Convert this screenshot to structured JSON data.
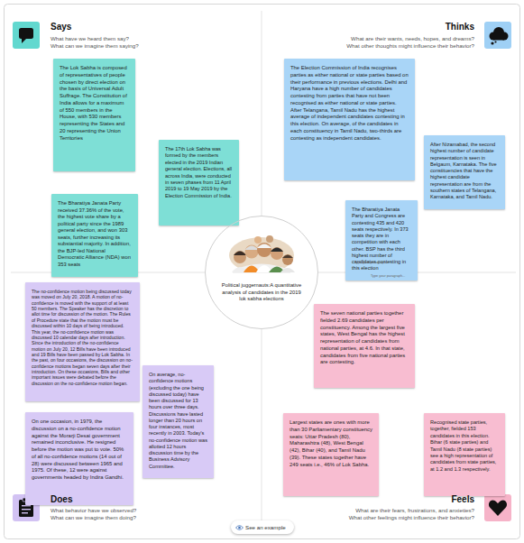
{
  "diagram": {
    "title": "Political juggernauts:A quantitative analysis of candidates in the 2019 lok sabha elections",
    "nodes": [
      {
        "text": [
          "The Lok Sabha is composed of representatives of people chosen by direct election on the basis of Universal Adult Suffrage. The Constitution of India allows for a maximum of 550 members in the House, with 530 members representing the States and 20 representing the Union Territories"
        ]
      },
      {
        "text": [
          "The 17th Lok Sabha was formed by the members elected in the 2019 Indian general election. Elections, all across India, were conducted in seven phases from 11 April 2019 to 19 May 2019 by the Election Commission of India."
        ]
      },
      {
        "text": [
          "The Bharatiya Janata Party received 37.36% of the vote, the highest vote share by a political party since the 1989 general election, and won 303 seats, further increasing its substantial majority. In addition, the BJP-led National Democratic Alliance (NDA) won 353 seats"
        ]
      },
      {
        "text": [
          "The Election Commission of India recognises parties as either national or state parties based on their performance in previous elections. Delhi and Haryana have a high number of candidates contesting from parties that have not been recognised as either national or state parties. After Telangana, Tamil Nadu has the highest average of independent candidates contesting in this election. On average, of the candidates in each constituency in Tamil Nadu, two-thirds are contesting as independent candidates."
        ]
      },
      {
        "text": [
          "After Nizamabad, the second highest number of candidate representation is seen in Belgaum, Karnataka. The five constituencies that have the highest candidate representation are from the southern states of Telangana, Karnataka, and Tamil Nadu."
        ]
      },
      {
        "text": [
          "The Bharatiya Janata Party and Congress are contesting 435 and 420 seats respectively. In 373 seats they are in competition with each other. BSP has the third highest number of candidates contesting in this election"
        ]
      },
      {
        "text": [
          "Political juggernauts:A quantitative analysis of candidates in the 2019 lok sabha elections"
        ]
      },
      {
        "text": [
          "The no-confidence motion being discussed today was moved on July 20, 2018. A motion of no-confidence is moved with the support of at least 50 members. The Speaker has the discretion to allot time for discussion of the motion. The Rules of Procedure state that the motion must be discussed within 10 days of being introduced. This year, the no-confidence motion was discussed 10 calendar days after introduction. Since the introduction of the no-confidence motion on July 20, 12 Bills have been introduced and 19 Bills have been passed by Lok Sabha. In the past, on four occasions, the discussion on no-confidence motions began seven days after their introduction. On these occasions, Bills and other important issues were debated before the discussion on the no-confidence motion began."
        ]
      },
      {
        "text": [
          "On average, no-confidence motions (excluding the one being discussed today) have been discussed for 13 hours over three days. Discussions have lasted longer than 20 hours on four instances, most recently in 2003. Today's no-confidence motion was allotted 12 hours discussion time by the Business Advisory Committee."
        ]
      },
      {
        "text": [
          "On one occasion, in 1979, the discussion on a no-confidence motion against the Morarji Desai government remained inconclusive. He resigned before the motion was put to vote. 50% of all no-confidence motions (14 out of 28) were discussed between 1965 and 1975. Of these, 12 were against governments headed by Indira Gandhi."
        ]
      },
      {
        "text": [
          "The seven national parties together fielded 2.69 candidates per constituency. Among the largest five states, West Bengal has the highest representation of candidates from national parties, at 4.6. In that state, candidates from five national parties are contesting."
        ]
      },
      {
        "text": [
          "Recognised state parties, together, fielded 153 candidates in this election. Bihar (6 state parties) and Tamil Nadu (8 state parties) see a high representation of candidates from state parties, at 1.2 and 1.3 respectively."
        ]
      },
      {
        "text": [
          "Largest states are ones with more than 30 Parliamentary constituency seats: Uttar Pradesh (80), Maharashtra (48), West Bengal (42), Bihar (40), and Tamil Nadu (39). These states together have 249 seats i.e., 46% of Lok Sabha."
        ]
      },
      {
        "text": [
          "See an example"
        ]
      }
    ],
    "edges": [],
    "labels": [
      "Says",
      "What have we heard them say?",
      "What can we imagine them saying?",
      "Thinks",
      "What are their wants, needs, hopes, and dreams?",
      "What other thoughts might influence their behavior?",
      "Type your paragraph...",
      "Type your paragraph...",
      "Does",
      "What behavior have we observed?",
      "What can we imagine them doing?",
      "Feels",
      "What are their fears, frustrations, and anxieties?",
      "What other feelings might influence their behavior?"
    ]
  }
}
